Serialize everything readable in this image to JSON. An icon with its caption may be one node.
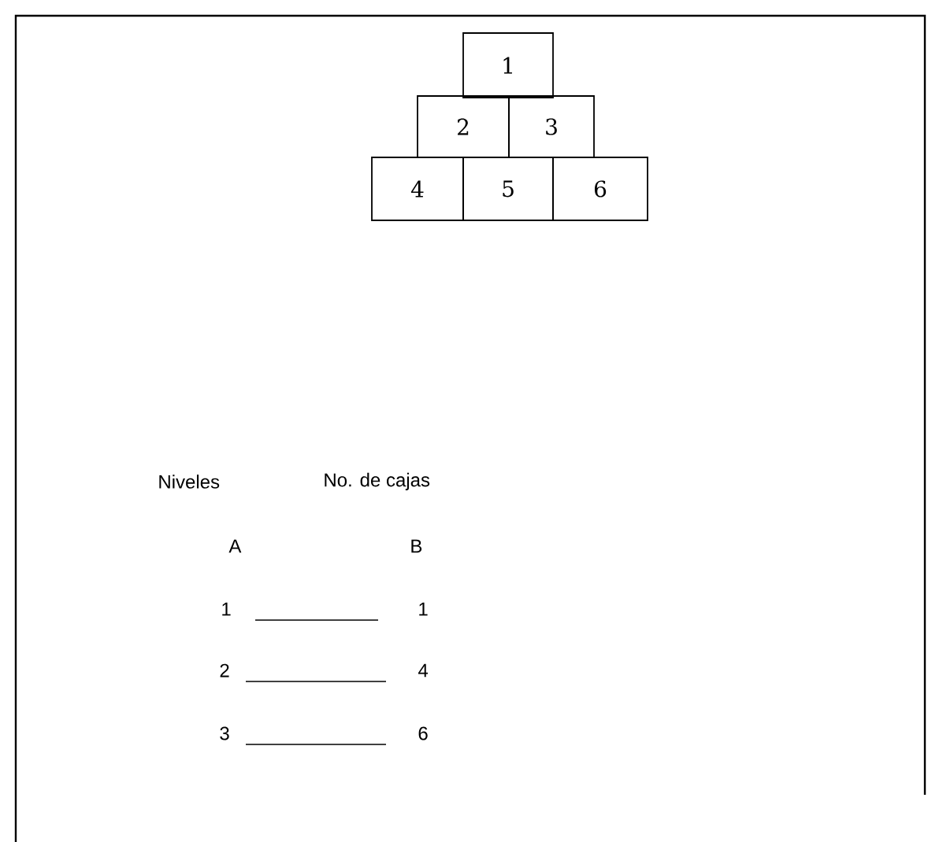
{
  "diagram": {
    "nodes": [
      {
        "text": [
          "1"
        ]
      },
      {
        "text": [
          "2"
        ]
      },
      {
        "text": [
          "3"
        ]
      },
      {
        "text": [
          "4"
        ]
      },
      {
        "text": [
          "5"
        ]
      },
      {
        "text": [
          "6"
        ]
      }
    ],
    "labels": [
      "Niveles",
      "No. de cajas",
      "A",
      "B",
      "1",
      "1",
      "2",
      "4",
      "3",
      "6"
    ]
  }
}
